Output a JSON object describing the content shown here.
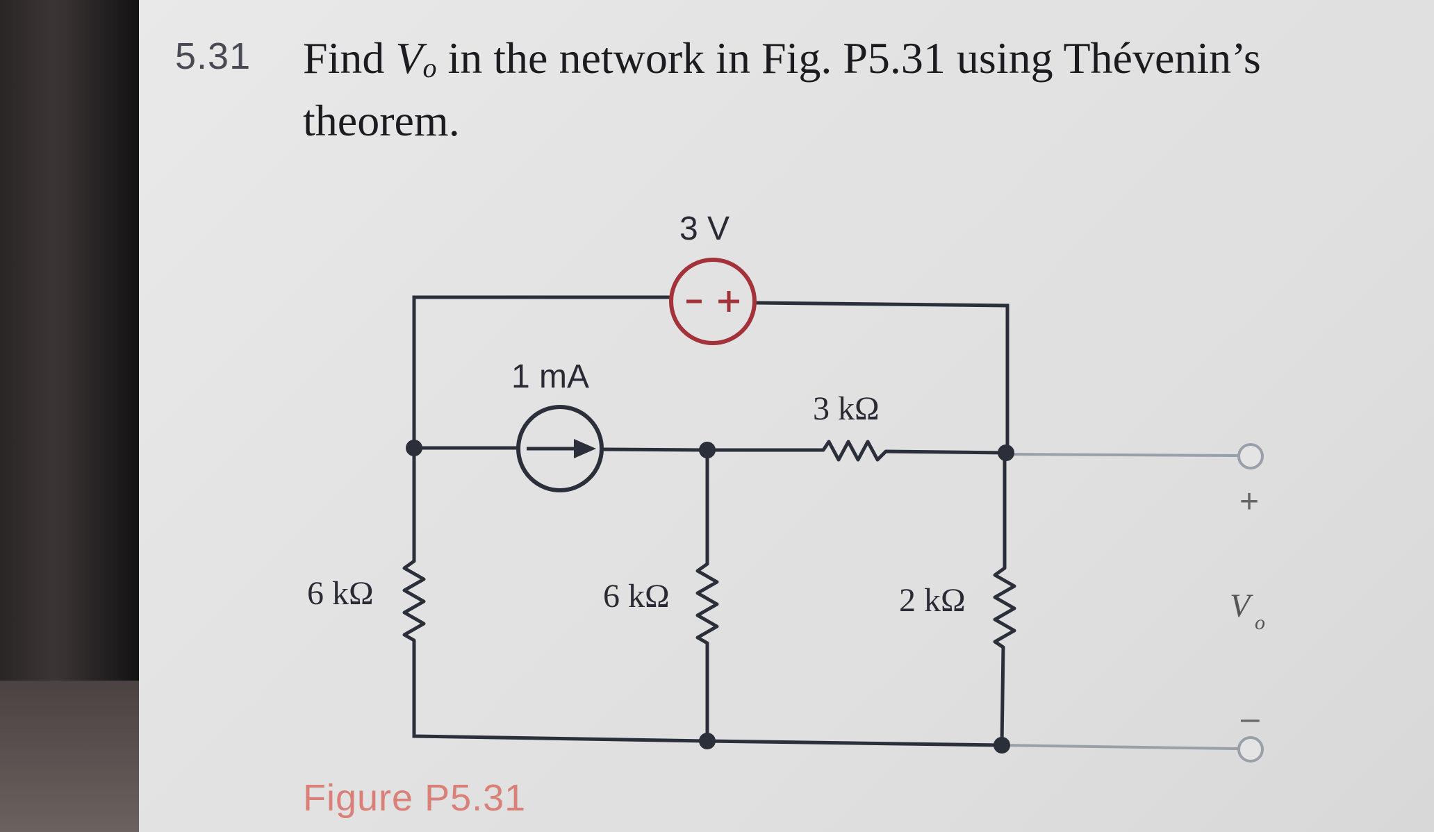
{
  "problem": {
    "number": "5.31",
    "text_before": "Find ",
    "var": "V",
    "var_sub": "o",
    "text_after": " in the network in Fig. P5.31 using Thévenin’s theorem."
  },
  "circuit": {
    "voltage_source_label": "3 V",
    "current_source_label": "1 mA",
    "r_left_label": "6 kΩ",
    "r_middle_label": "6 kΩ",
    "r_series_label": "3 kΩ",
    "r_right_label": "2 kΩ",
    "output_plus": "+",
    "output_minus": "–",
    "output_var": "V",
    "output_var_sub": "o"
  },
  "figure_caption": "Figure P5.31",
  "colors": {
    "wire": "#2b2f3a",
    "source_red": "#a3323a",
    "terminal_gray": "#9aa0a8"
  }
}
